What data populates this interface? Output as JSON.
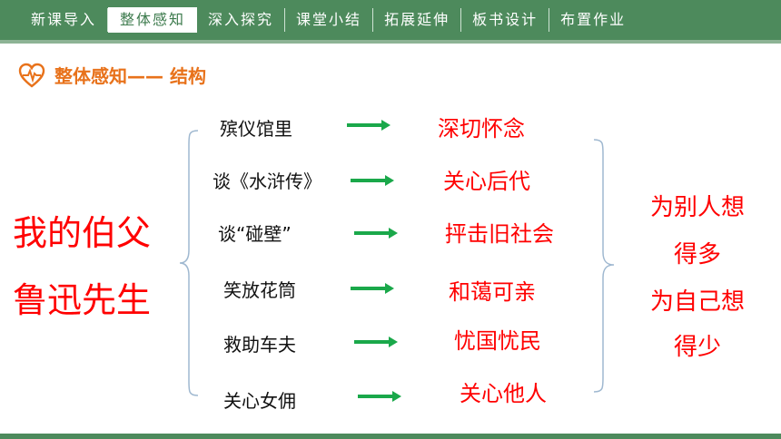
{
  "nav": {
    "tabs": [
      "新课导入",
      "整体感知",
      "深入探究",
      "课堂小结",
      "拓展延伸",
      "板书设计",
      "布置作业"
    ],
    "active_index": 1
  },
  "header": {
    "icon": "heart-pulse-icon",
    "title": "整体感知—— 结构"
  },
  "title_lines": [
    "我的伯父",
    "鲁迅先生"
  ],
  "items": [
    {
      "event": "殡仪馆里",
      "meaning": "深切怀念"
    },
    {
      "event": "谈《水浒传》",
      "meaning": "关心后代"
    },
    {
      "event": "谈“碰壁”",
      "meaning": "抨击旧社会"
    },
    {
      "event": "笑放花筒",
      "meaning": "和蔼可亲"
    },
    {
      "event": "救助车夫",
      "meaning": "忧国忧民"
    },
    {
      "event": "关心女佣",
      "meaning": "关心他人"
    }
  ],
  "summary_lines": [
    "为别人想",
    "得多",
    "为自己想",
    "得少"
  ],
  "colors": {
    "nav_bg": "#4d8a5c",
    "accent_red": "#ff0000",
    "header_orange": "#e8721b",
    "arrow_green": "#1aa84a"
  }
}
